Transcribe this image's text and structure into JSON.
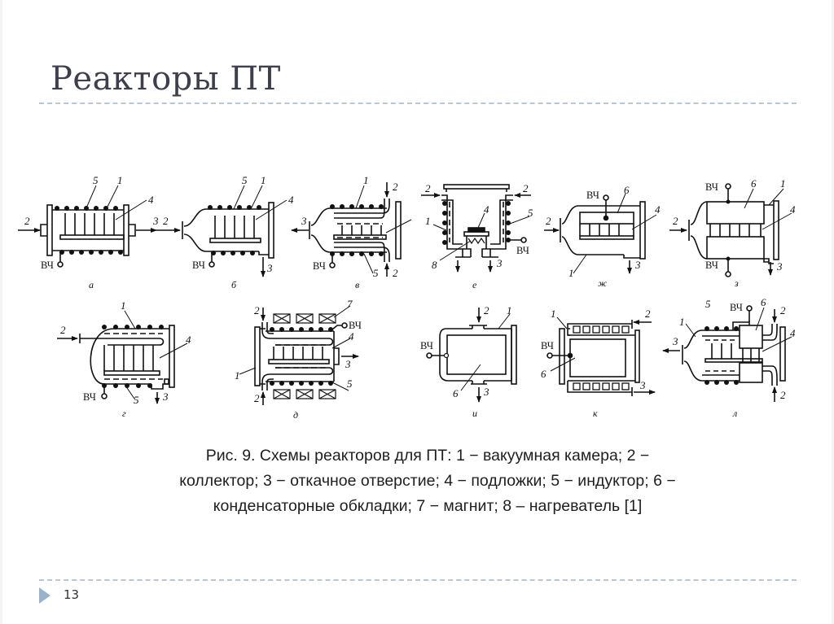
{
  "slide": {
    "title": "Реакторы ПТ",
    "page_number": "13"
  },
  "figure": {
    "hf_label": "ВЧ",
    "diagrams": [
      {
        "id": "a",
        "sublabel": "а"
      },
      {
        "id": "b",
        "sublabel": "б"
      },
      {
        "id": "v",
        "sublabel": "в"
      },
      {
        "id": "e",
        "sublabel": "е"
      },
      {
        "id": "zh",
        "sublabel": "ж"
      },
      {
        "id": "z",
        "sublabel": "з"
      },
      {
        "id": "g",
        "sublabel": "г"
      },
      {
        "id": "d",
        "sublabel": "д"
      },
      {
        "id": "i",
        "sublabel": "и"
      },
      {
        "id": "k",
        "sublabel": "к"
      },
      {
        "id": "l",
        "sublabel": "л"
      }
    ],
    "callouts": {
      "n1": "1",
      "n2": "2",
      "n3": "3",
      "n4": "4",
      "n5": "5",
      "n6": "6",
      "n7": "7",
      "n8": "8"
    }
  },
  "caption": {
    "line1": "Рис. 9. Схемы реакторов для ПТ: 1 − вакуумная камера; 2 −",
    "line2": "коллектор; 3 − откачное отверстие; 4 − подложки; 5 − индуктор; 6 −",
    "line3": "конденсаторные обкладки; 7 − магнит; 8 – нагреватель [1]"
  },
  "colors": {
    "title": "#3d3f4d",
    "rule": "#b9c6d4",
    "footer_arrow": "#9ab3c9",
    "ink": "#111111"
  }
}
